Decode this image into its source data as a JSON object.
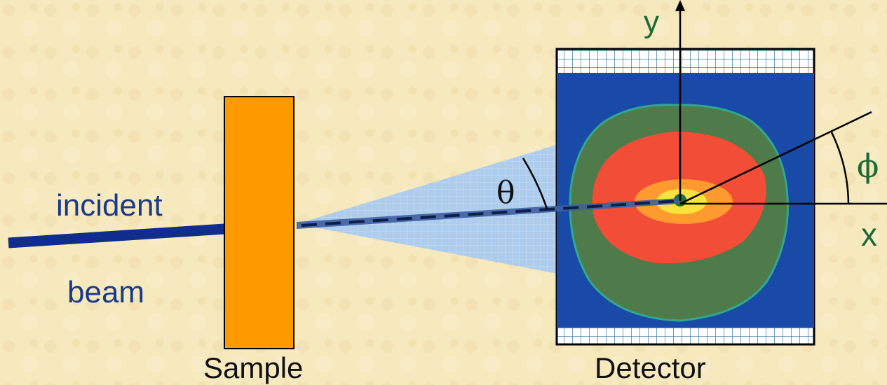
{
  "labels": {
    "incident": "incident",
    "beam": "beam",
    "sample": "Sample",
    "detector": "Detector",
    "y_axis": "y",
    "x_axis": "x",
    "theta": "θ",
    "phi": "ϕ"
  },
  "colors": {
    "background": "#f6e9bd",
    "sample": "#ff9900",
    "beam": "#102c8c",
    "detector_background": "#1a4aa8",
    "ring_green": "#4f7a4a",
    "ring_red": "#f24d36",
    "center_orange": "#ff9a2e",
    "center_yellow": "#f8e23c",
    "cone": "#aacbf0",
    "label_blue": "#1b3a8a",
    "label_green": "#1d6a35"
  }
}
